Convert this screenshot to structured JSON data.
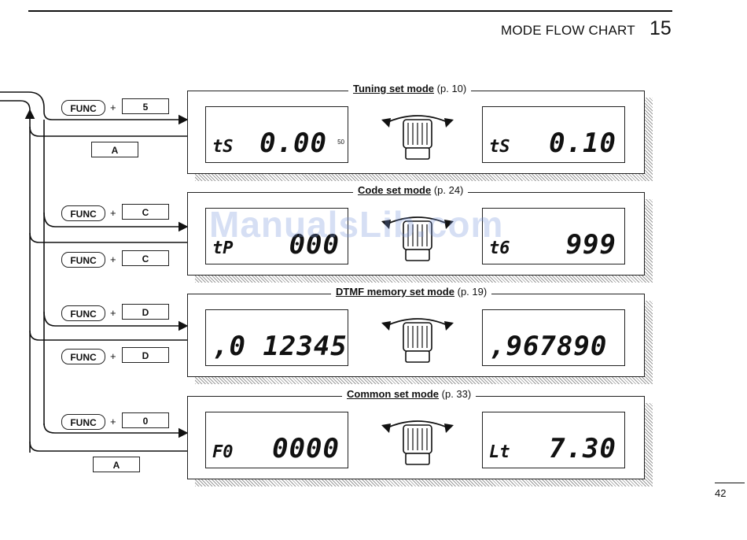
{
  "header": {
    "title": "MODE FLOW CHART",
    "section_number": "15"
  },
  "page_number": "42",
  "watermark": "ManualsLib.com",
  "modes": [
    {
      "title": "Tuning set mode",
      "page_ref": "(p. 10)",
      "left_display": {
        "label": "tS",
        "value": "0.00",
        "sub": "50"
      },
      "right_display": {
        "label": "tS",
        "value": "0.10"
      },
      "enter_keys": {
        "func": "FUNC",
        "plus": "+",
        "key": "5"
      },
      "exit_key": {
        "key": "A"
      }
    },
    {
      "title": "Code set mode",
      "page_ref": "(p. 24)",
      "left_display": {
        "label": "tP",
        "value": "000"
      },
      "right_display": {
        "label": "t6",
        "value": "999"
      },
      "enter_keys": {
        "func": "FUNC",
        "plus": "+",
        "key": "C"
      },
      "exit_keys": {
        "func": "FUNC",
        "plus": "+",
        "key": "C"
      }
    },
    {
      "title": "DTMF memory set mode",
      "page_ref": "(p. 19)",
      "left_display": {
        "value": ",0 12345"
      },
      "right_display": {
        "value": ",967890"
      },
      "enter_keys": {
        "func": "FUNC",
        "plus": "+",
        "key": "D"
      },
      "exit_keys": {
        "func": "FUNC",
        "plus": "+",
        "key": "D"
      }
    },
    {
      "title": "Common set mode",
      "page_ref": "(p. 33)",
      "left_display": {
        "label": "F0",
        "value": "0000"
      },
      "right_display": {
        "label": "Lt",
        "value": "7.30"
      },
      "enter_keys": {
        "func": "FUNC",
        "plus": "+",
        "key": "0"
      },
      "exit_key": {
        "key": "A"
      }
    }
  ]
}
